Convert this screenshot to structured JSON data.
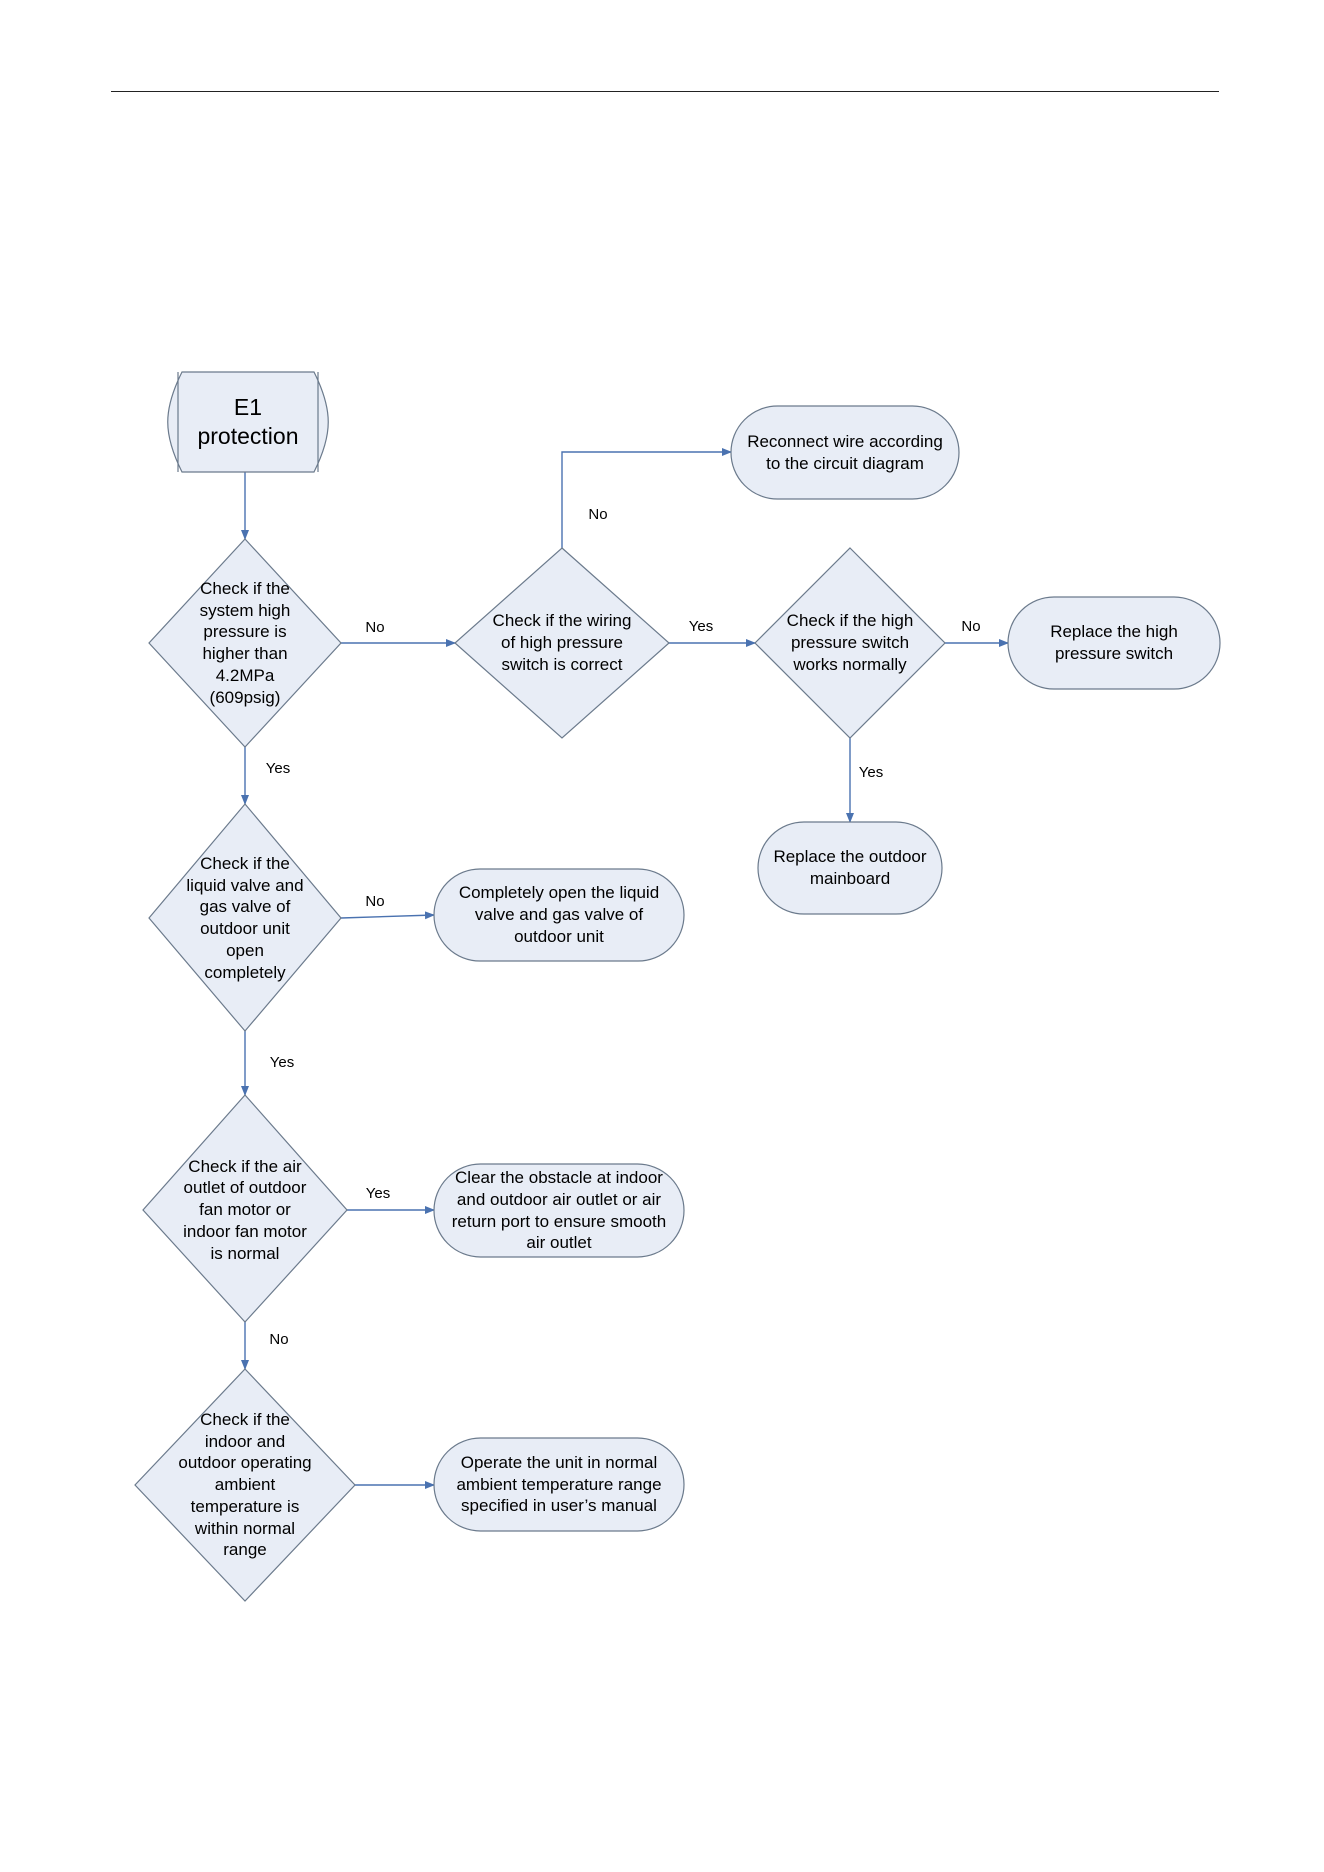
{
  "colors": {
    "fill": "#e8edf6",
    "stroke": "#6b7a8c",
    "arrow": "#4a72b0",
    "text": "#000000"
  },
  "nodes": {
    "start": "E1\nprotection",
    "d_pressure": "Check if the\nsystem high\npressure is\nhigher than\n4.2MPa\n(609psig)",
    "d_wiring": "Check if the wiring\nof high pressure\nswitch is correct",
    "d_switch": "Check if the high\npressure switch\nworks normally",
    "r_reconnect": "Reconnect wire according\nto the circuit diagram",
    "r_replace_switch": "Replace the high\npressure switch",
    "r_replace_mainboard": "Replace the outdoor\nmainboard",
    "d_valve": "Check if the\nliquid valve and\ngas valve of\noutdoor unit\nopen\ncompletely",
    "r_open_valve": "Completely open the liquid\nvalve and gas valve of\noutdoor unit",
    "d_fan": "Check if the air\noutlet of outdoor\nfan motor or\nindoor fan motor\nis normal",
    "r_clear": "Clear the obstacle at indoor\nand outdoor air outlet or air\nreturn port to ensure smooth\nair outlet",
    "d_temp": "Check if the\nindoor and\noutdoor operating\nambient\ntemperature is\nwithin normal\nrange",
    "r_operate": "Operate the unit in normal\nambient temperature range\nspecified in user’s manual"
  },
  "labels": {
    "no_pressure_wiring": "No",
    "no_wiring_reconnect": "No",
    "yes_wiring_switch": "Yes",
    "no_switch_replace": "No",
    "yes_switch_mainboard": "Yes",
    "yes_pressure_valve": "Yes",
    "no_valve_open": "No",
    "yes_valve_fan": "Yes",
    "yes_fan_clear": "Yes",
    "no_fan_temp": "No"
  }
}
